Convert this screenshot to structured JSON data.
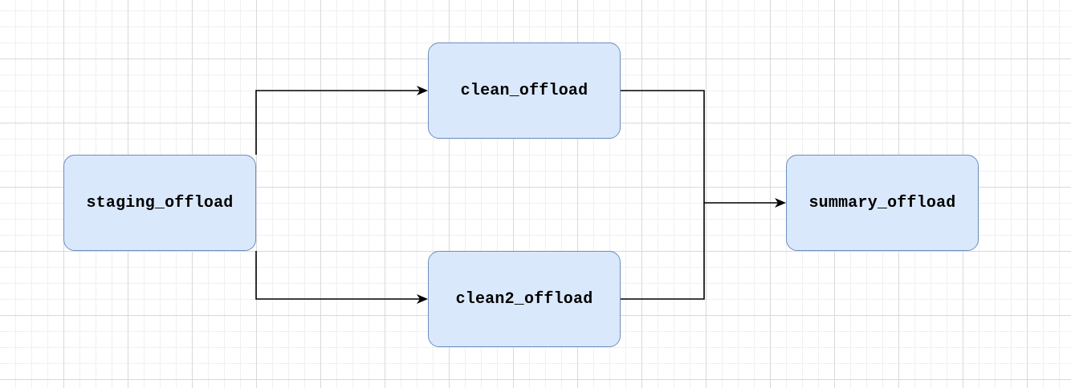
{
  "diagram": {
    "colors": {
      "node_fill": "#dae8fc",
      "node_stroke": "#6c8ebf",
      "edge": "#000000",
      "text": "#000000"
    },
    "nodes": {
      "staging": {
        "label": "staging_offload"
      },
      "clean": {
        "label": "clean_offload"
      },
      "clean2": {
        "label": "clean2_offload"
      },
      "summary": {
        "label": "summary_offload"
      }
    },
    "edges": [
      {
        "from": "staging",
        "to": "clean"
      },
      {
        "from": "staging",
        "to": "clean2"
      },
      {
        "from": "clean",
        "to": "summary"
      },
      {
        "from": "clean2",
        "to": "summary"
      }
    ]
  }
}
